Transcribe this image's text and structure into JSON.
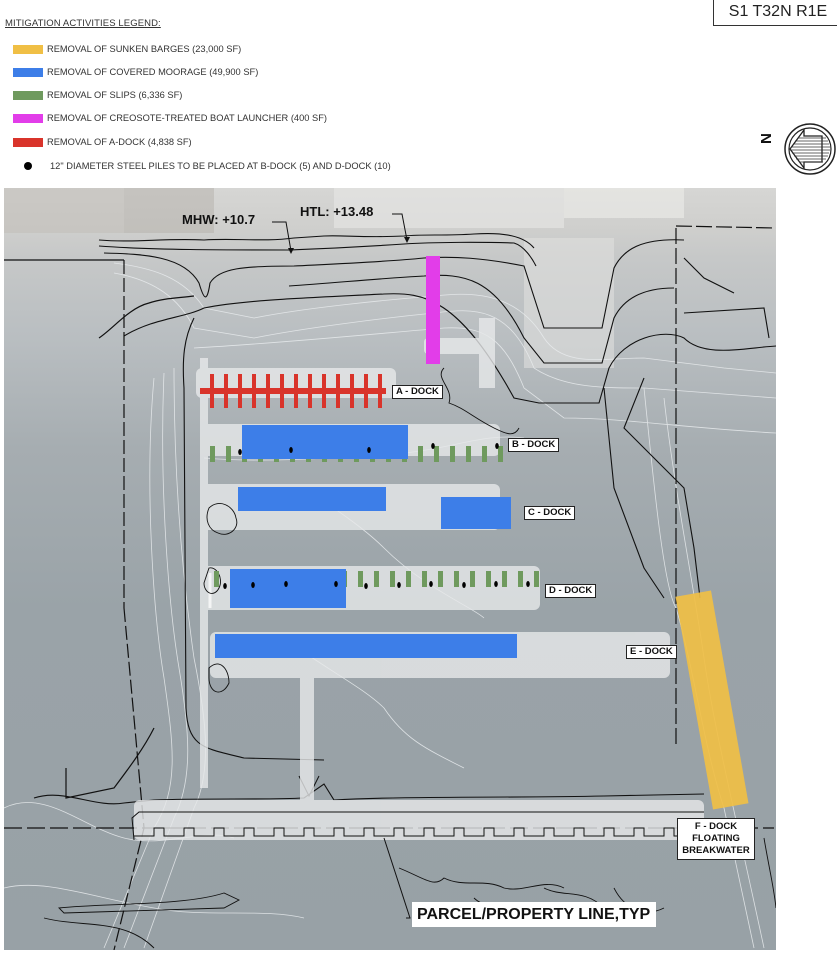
{
  "legend": {
    "title": "MITIGATION ACTIVITIES LEGEND:",
    "items": [
      {
        "label": "REMOVAL OF SUNKEN BARGES (23,000 SF)",
        "color": "#f0bf45",
        "icon": "yellow-swatch"
      },
      {
        "label": "REMOVAL OF COVERED MOORAGE (49,900 SF)",
        "color": "#3d7ee8",
        "icon": "blue-swatch"
      },
      {
        "label": "REMOVAL OF SLIPS (6,336 SF)",
        "color": "#6f9a5e",
        "icon": "green-swatch"
      },
      {
        "label": "REMOVAL OF CREOSOTE-TREATED BOAT LAUNCHER (400 SF)",
        "color": "#e23de9",
        "icon": "magenta-swatch"
      },
      {
        "label": "REMOVAL OF A-DOCK (4,838 SF)",
        "color": "#d9342b",
        "icon": "red-swatch"
      },
      {
        "label": "12\" DIAMETER STEEL PILES TO BE PLACED AT B-DOCK (5) AND D-DOCK (10)",
        "color": "#000000",
        "icon": "black-dot"
      }
    ]
  },
  "section": {
    "label": "S1 T32N R1E"
  },
  "north_arrow": {
    "label": "N"
  },
  "map": {
    "callouts": {
      "mhw": "MHW: +10.7",
      "htl": "HTL: +13.48",
      "parcel": "PARCEL/PROPERTY LINE,TYP"
    },
    "docks": [
      {
        "id": "a",
        "label": "A - DOCK"
      },
      {
        "id": "b",
        "label": "B - DOCK"
      },
      {
        "id": "c",
        "label": "C - DOCK"
      },
      {
        "id": "d",
        "label": "D - DOCK"
      },
      {
        "id": "e",
        "label": "E - DOCK"
      }
    ],
    "f_dock": {
      "line1": "F - DOCK",
      "line2": "FLOATING",
      "line3": "BREAKWATER"
    },
    "colors": {
      "barges": "#f0bf45",
      "moorage": "#3d7ee8",
      "slips": "#6f9a5e",
      "launcher": "#e23de9",
      "a_dock": "#d9342b",
      "piles": "#000000"
    }
  }
}
